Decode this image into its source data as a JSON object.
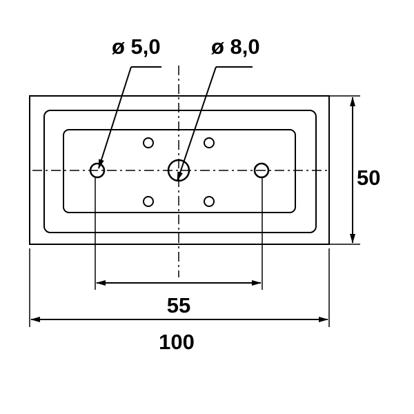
{
  "drawing": {
    "hole_small_diameter": "ø 5,0",
    "hole_large_diameter": "ø 8,0",
    "width_overall": "100",
    "hole_spacing": "55",
    "height_overall": "50"
  },
  "colors": {
    "ink": "#000000",
    "background": "#ffffff"
  }
}
